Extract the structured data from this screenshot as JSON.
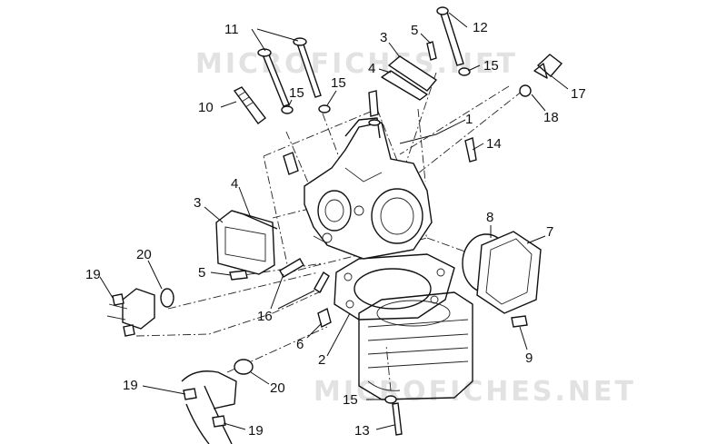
{
  "watermarks": [
    "MICROFICHES.NET",
    "MICROFICHES.NET"
  ],
  "callouts": [
    {
      "id": "p11",
      "text": "11"
    },
    {
      "id": "p3a",
      "text": "3"
    },
    {
      "id": "p5a",
      "text": "5"
    },
    {
      "id": "p12",
      "text": "12"
    },
    {
      "id": "p4a",
      "text": "4"
    },
    {
      "id": "p15a",
      "text": "15"
    },
    {
      "id": "p17",
      "text": "17"
    },
    {
      "id": "p10",
      "text": "10"
    },
    {
      "id": "p15b",
      "text": "15"
    },
    {
      "id": "p15c",
      "text": "15"
    },
    {
      "id": "p1",
      "text": "1"
    },
    {
      "id": "p18",
      "text": "18"
    },
    {
      "id": "p14",
      "text": "14"
    },
    {
      "id": "p4b",
      "text": "4"
    },
    {
      "id": "p3b",
      "text": "3"
    },
    {
      "id": "p8",
      "text": "8"
    },
    {
      "id": "p7",
      "text": "7"
    },
    {
      "id": "p20a",
      "text": "20"
    },
    {
      "id": "p19a",
      "text": "19"
    },
    {
      "id": "p5b",
      "text": "5"
    },
    {
      "id": "p16",
      "text": "16"
    },
    {
      "id": "p9",
      "text": "9"
    },
    {
      "id": "p6",
      "text": "6"
    },
    {
      "id": "p2",
      "text": "2"
    },
    {
      "id": "p19b",
      "text": "19"
    },
    {
      "id": "p20b",
      "text": "20"
    },
    {
      "id": "p15d",
      "text": "15"
    },
    {
      "id": "p13",
      "text": "13"
    },
    {
      "id": "p19c",
      "text": "19"
    }
  ]
}
